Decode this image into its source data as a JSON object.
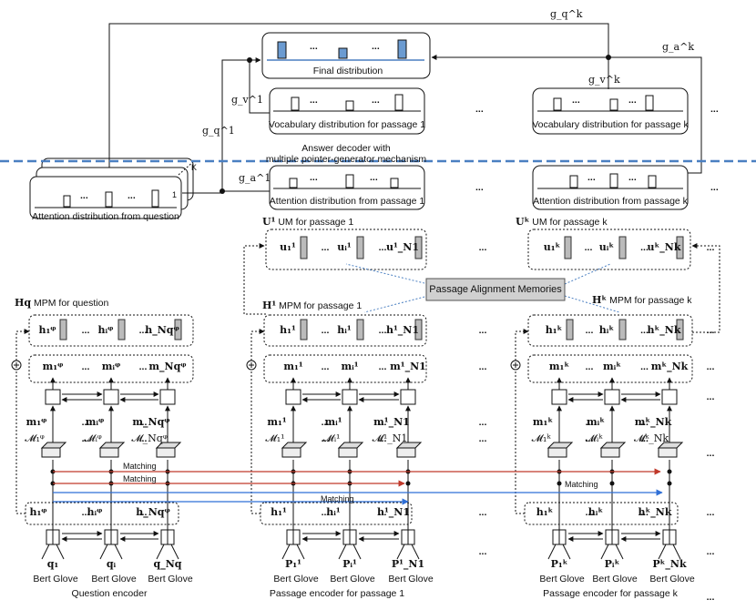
{
  "decoder": {
    "final_distribution": "Final distribution",
    "vocab_passage_1": "Vocabulary distribution for passage 1",
    "vocab_passage_k": "Vocabulary distribution for passage k",
    "title_line1": "Answer decoder with",
    "title_line2": "multiple pointer-generator mechanism",
    "attn_question": "Attention distribution from question",
    "attn_passage_1": "Attention distribution from passage 1",
    "attn_passage_k": "Attention distribution from passage k",
    "stack_k": "K",
    "stack_1": "1",
    "g_q_k": "g_q^k",
    "g_a_k": "g_a^k",
    "g_v_k": "g_v^k",
    "g_v_1": "g_v^1",
    "g_q_1": "g_q^1",
    "g_a_1": "g_a^1"
  },
  "um": {
    "passage_1": "UM for passage 1",
    "passage_k": "UM for passage k",
    "sym_1": "U¹",
    "sym_k": "Uᵏ"
  },
  "alignment": "Passage Alignment Memories",
  "mpm": {
    "question": "MPM for question",
    "passage_1": "MPM for passage 1",
    "passage_k": "MPM for passage k",
    "sym_q": "Hq",
    "sym_1": "H¹",
    "sym_k": "Hᵏ"
  },
  "matching": "Matching",
  "ellipsis": "...",
  "columns": [
    {
      "tokens": [
        "q₁",
        "qᵢ",
        "q_Nq"
      ],
      "h": [
        "h₁ᵠ",
        "hᵢᵠ",
        "h_Nqᵠ"
      ],
      "m": [
        "m₁ᵠ",
        "mᵢᵠ",
        "m_Nqᵠ"
      ],
      "M": [
        "𝓜₁ᵠ",
        "𝓜ᵢᵠ",
        "𝓜_Nqᵠ"
      ],
      "encoder": "Question encoder"
    },
    {
      "tokens": [
        "P₁¹",
        "Pᵢ¹",
        "P¹_N1"
      ],
      "h": [
        "h₁¹",
        "hᵢ¹",
        "h¹_N1"
      ],
      "m": [
        "m₁¹",
        "mᵢ¹",
        "m¹_N1"
      ],
      "M": [
        "𝓜₁¹",
        "𝓜ᵢ¹",
        "𝓜¹_N1"
      ],
      "u": [
        "u₁¹",
        "uᵢ¹",
        "u¹_N1"
      ],
      "encoder": "Passage encoder for passage 1"
    },
    {
      "tokens": [
        "P₁ᵏ",
        "Pᵢᵏ",
        "Pᵏ_Nk"
      ],
      "h": [
        "h₁ᵏ",
        "hᵢᵏ",
        "hᵏ_Nk"
      ],
      "m": [
        "m₁ᵏ",
        "mᵢᵏ",
        "mᵏ_Nk"
      ],
      "M": [
        "𝓜₁ᵏ",
        "𝓜ᵢᵏ",
        "𝓜ᵏ_Nk"
      ],
      "u": [
        "u₁ᵏ",
        "uᵢᵏ",
        "uᵏ_Nk"
      ],
      "encoder": "Passage encoder for passage k"
    }
  ],
  "embeddings": [
    "Bert",
    "Glove"
  ]
}
